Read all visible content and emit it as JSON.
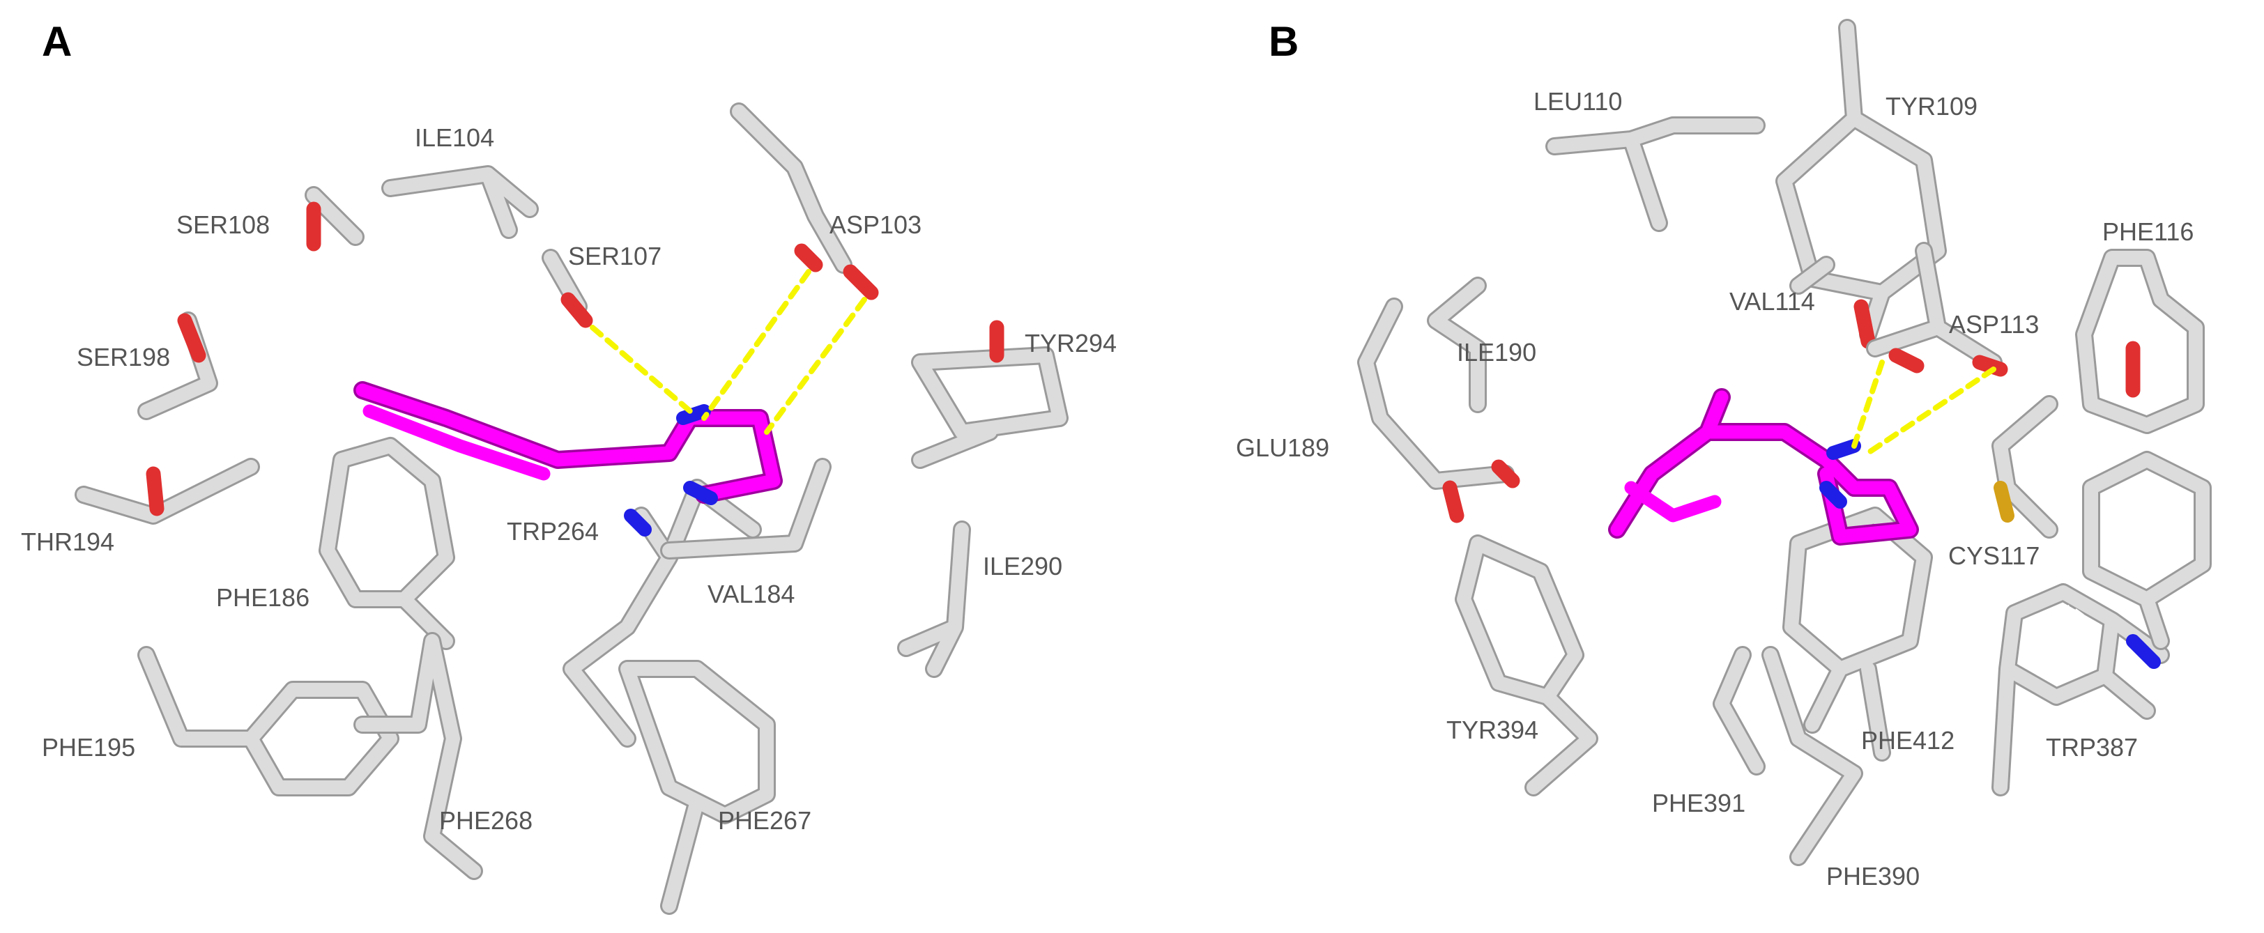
{
  "panels": {
    "a": {
      "letter": "A",
      "residues": {
        "ile104": "ILE104",
        "ser108": "SER108",
        "ser107": "SER107",
        "asp103": "ASP103",
        "ser198": "SER198",
        "tyr294": "TYR294",
        "thr194": "THR194",
        "trp264": "TRP264",
        "ile290": "ILE290",
        "phe186": "PHE186",
        "val184": "VAL184",
        "phe195": "PHE195",
        "phe268": "PHE268",
        "phe267": "PHE267"
      }
    },
    "b": {
      "letter": "B",
      "residues": {
        "leu110": "LEU110",
        "tyr109": "TYR109",
        "phe116": "PHE116",
        "val114": "VAL114",
        "asp113": "ASP113",
        "ile190": "ILE190",
        "glu189": "GLU189",
        "cys117": "CYS117",
        "tyr394": "TYR394",
        "phe412": "PHE412",
        "trp387": "TRP387",
        "phe391": "PHE391",
        "phe390": "PHE390"
      }
    }
  },
  "colors": {
    "ligand": "#ff00ff",
    "protein": "#dcdcdc",
    "oxygen": "#e03030",
    "nitrogen": "#1e1ee6",
    "sulfur": "#d4a017",
    "hbond": "#f5f500"
  }
}
